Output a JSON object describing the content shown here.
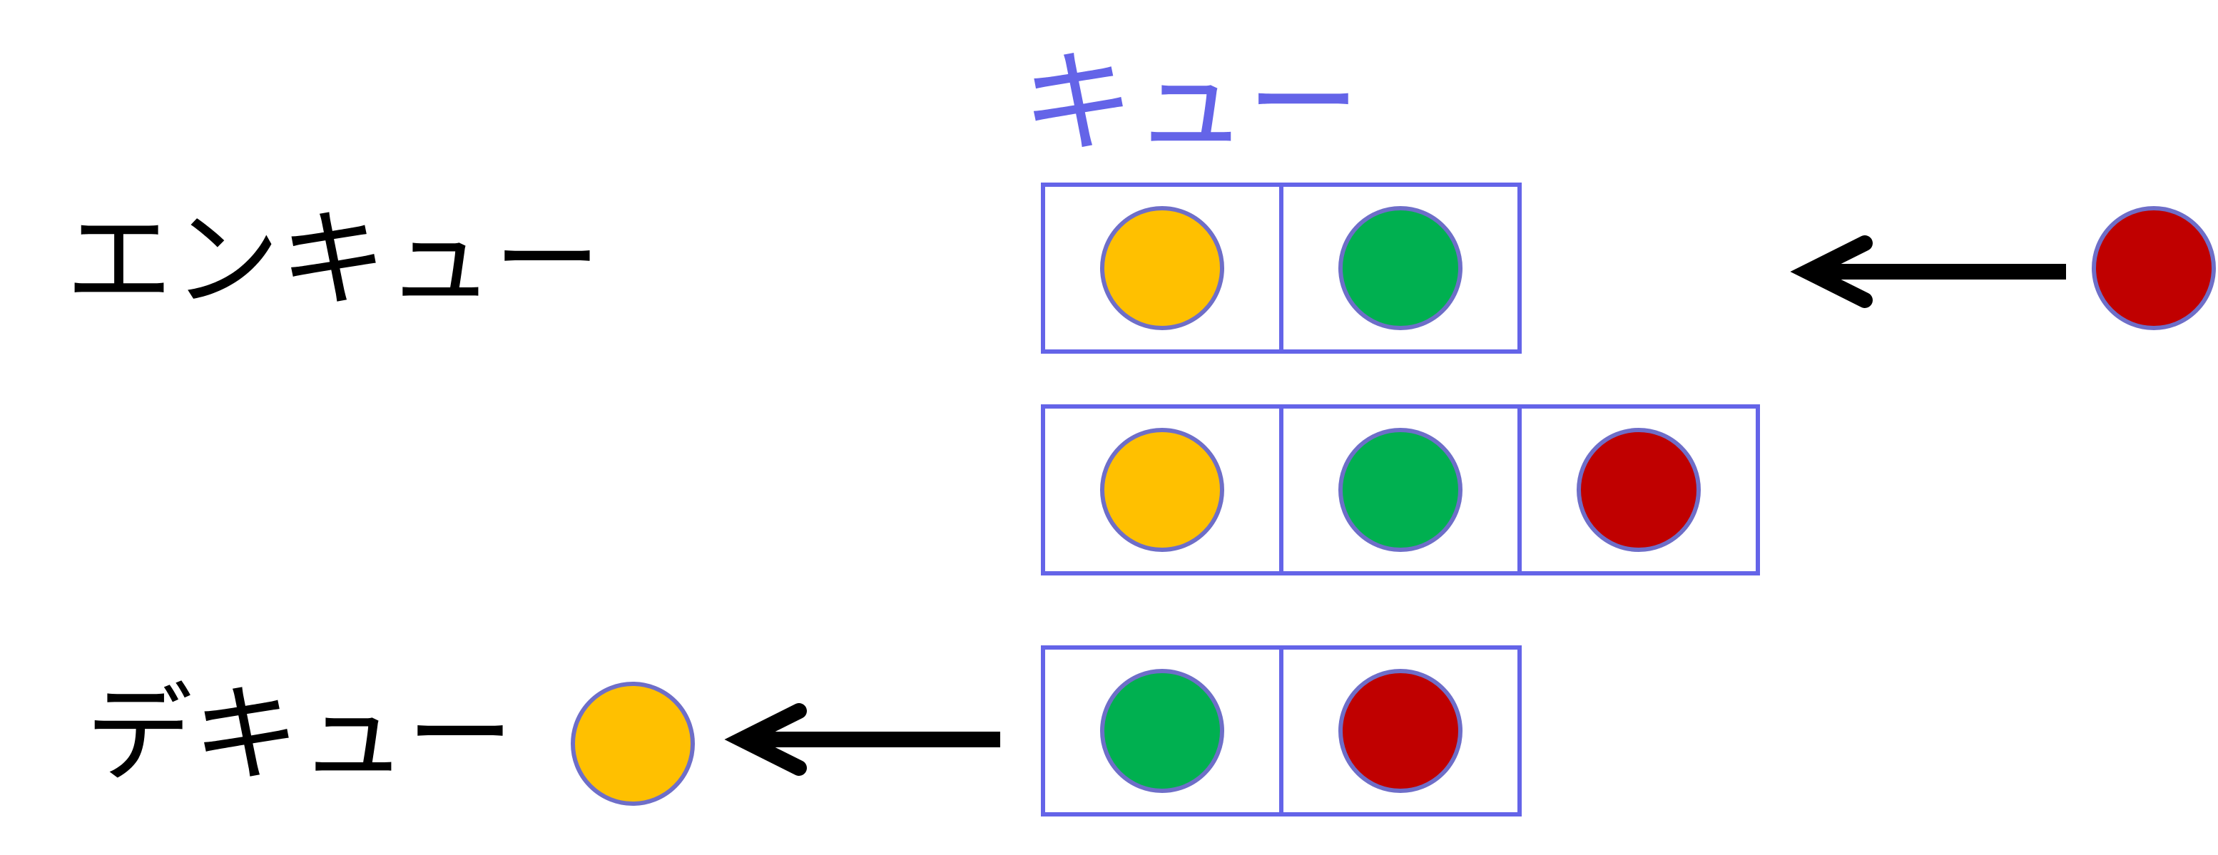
{
  "title": "キュー",
  "enqueue_label": "エンキュー",
  "dequeue_label": "デキュー",
  "colors": {
    "accent": "#6464E8",
    "text": "#000000",
    "ball_outline": "#6E6EC8",
    "yellow": "#FFC000",
    "green": "#00B050",
    "red": "#C00000"
  },
  "rows": [
    {
      "name": "before-enqueue",
      "items": [
        "yellow",
        "green"
      ],
      "incoming": "red"
    },
    {
      "name": "after-enqueue",
      "items": [
        "yellow",
        "green",
        "red"
      ]
    },
    {
      "name": "after-dequeue",
      "items": [
        "green",
        "red"
      ],
      "outgoing": "yellow"
    }
  ]
}
